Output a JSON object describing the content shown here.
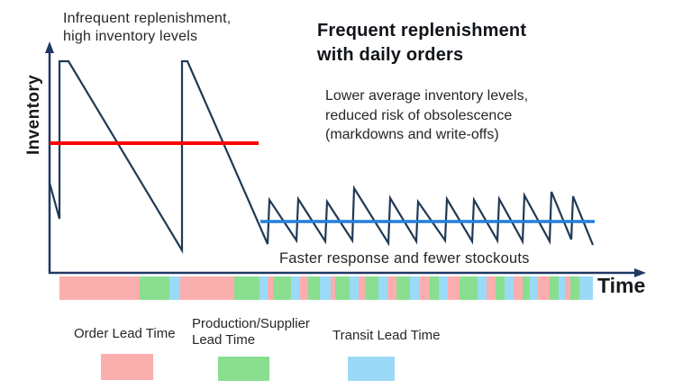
{
  "annotations": {
    "infrequent": "Infrequent replenishment,\nhigh inventory levels",
    "frequent_heading": "Frequent replenishment\nwith daily orders",
    "lower_note": "Lower average inventory levels,\nreduced risk of obsolescence\n(markdowns and write-offs)",
    "faster_note": "Faster response and fewer stockouts"
  },
  "axes": {
    "y_label": "Inventory",
    "x_label": "Time",
    "axis_color": "#1F3864"
  },
  "chart_data": {
    "type": "line",
    "xlabel": "Time",
    "ylabel": "Inventory",
    "description": "Sawtooth inventory-level curve: two large infrequent replenishment cycles on the left, then many small daily replenishment cycles on the right; red line = high average inventory, blue line = low average inventory",
    "series": [
      {
        "name": "inventory-level",
        "color": "#1E3A55",
        "points": [
          [
            55,
            203
          ],
          [
            66,
            243
          ],
          [
            66,
            68
          ],
          [
            76,
            68
          ],
          [
            202,
            278
          ],
          [
            202,
            68
          ],
          [
            208,
            68
          ],
          [
            297,
            271
          ],
          [
            299,
            222
          ],
          [
            329,
            267
          ],
          [
            331,
            221
          ],
          [
            361,
            268
          ],
          [
            363,
            224
          ],
          [
            391,
            267
          ],
          [
            393,
            209
          ],
          [
            431,
            270
          ],
          [
            433,
            220
          ],
          [
            462,
            268
          ],
          [
            464,
            224
          ],
          [
            494,
            267
          ],
          [
            496,
            221
          ],
          [
            524,
            268
          ],
          [
            526,
            222
          ],
          [
            552,
            267
          ],
          [
            554,
            221
          ],
          [
            580,
            268
          ],
          [
            582,
            217
          ],
          [
            610,
            268
          ],
          [
            612,
            213
          ],
          [
            634,
            266
          ],
          [
            636,
            218
          ],
          [
            658,
            272
          ]
        ]
      }
    ],
    "average_lines": [
      {
        "name": "avg-line-high",
        "label": "high average inventory level",
        "color": "#FF0000",
        "x1": 55,
        "x2": 287,
        "y": 159
      },
      {
        "name": "avg-line-low",
        "label": "low average inventory level",
        "color": "#2380D8",
        "x1": 289,
        "x2": 660,
        "y": 246
      }
    ]
  },
  "lead_time_bar": {
    "segments": [
      {
        "type": "order",
        "w": 89
      },
      {
        "type": "production",
        "w": 33
      },
      {
        "type": "transit",
        "w": 12
      },
      {
        "type": "order",
        "w": 60
      },
      {
        "type": "production",
        "w": 28
      },
      {
        "type": "transit",
        "w": 9
      },
      {
        "type": "order",
        "w": 6
      },
      {
        "type": "production",
        "w": 20
      },
      {
        "type": "transit",
        "w": 10
      },
      {
        "type": "order",
        "w": 9
      },
      {
        "type": "production",
        "w": 13
      },
      {
        "type": "transit",
        "w": 12
      },
      {
        "type": "order",
        "w": 5
      },
      {
        "type": "production",
        "w": 16
      },
      {
        "type": "transit",
        "w": 10
      },
      {
        "type": "order",
        "w": 7
      },
      {
        "type": "production",
        "w": 15
      },
      {
        "type": "transit",
        "w": 10
      },
      {
        "type": "order",
        "w": 10
      },
      {
        "type": "production",
        "w": 15
      },
      {
        "type": "transit",
        "w": 11
      },
      {
        "type": "order",
        "w": 11
      },
      {
        "type": "production",
        "w": 10
      },
      {
        "type": "transit",
        "w": 10
      },
      {
        "type": "order",
        "w": 13
      },
      {
        "type": "production",
        "w": 20
      },
      {
        "type": "transit",
        "w": 10
      },
      {
        "type": "order",
        "w": 10
      },
      {
        "type": "production",
        "w": 10
      },
      {
        "type": "transit",
        "w": 10
      },
      {
        "type": "order",
        "w": 10
      },
      {
        "type": "production",
        "w": 8
      },
      {
        "type": "transit",
        "w": 9
      },
      {
        "type": "order",
        "w": 13
      },
      {
        "type": "production",
        "w": 10
      },
      {
        "type": "transit",
        "w": 7
      },
      {
        "type": "order",
        "w": 6
      },
      {
        "type": "production",
        "w": 10
      },
      {
        "type": "transit",
        "w": 15
      }
    ]
  },
  "legend": {
    "items": [
      {
        "type": "order",
        "label": "Order Lead Time",
        "color": "#FBAEAE"
      },
      {
        "type": "production",
        "label": "Production/Supplier\nLead Time",
        "color": "#89DE90"
      },
      {
        "type": "transit",
        "label": "Transit Lead Time",
        "color": "#9BDAF7"
      }
    ]
  }
}
